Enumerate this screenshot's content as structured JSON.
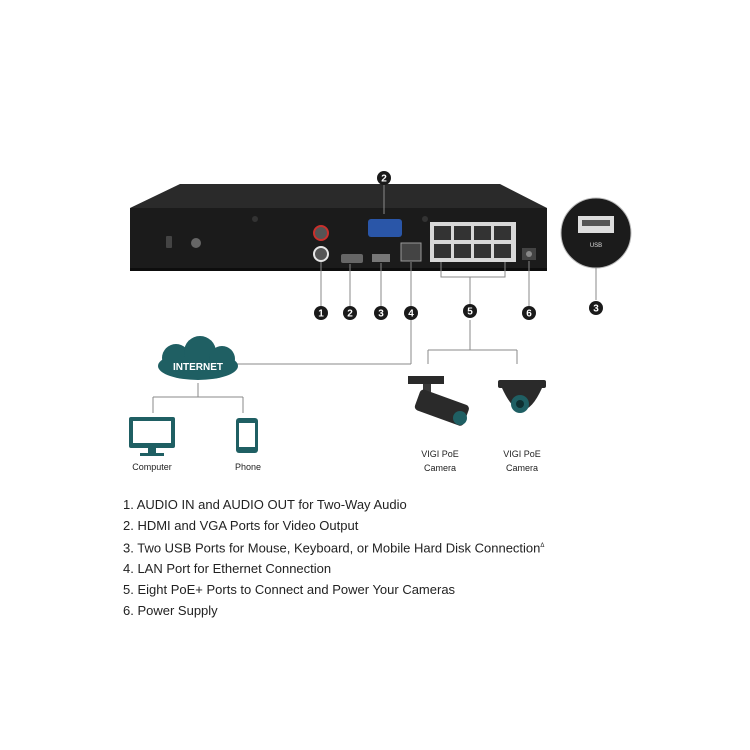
{
  "callouts": [
    "1",
    "2",
    "3",
    "4",
    "5",
    "6",
    "2",
    "3"
  ],
  "internet_label": "INTERNET",
  "devices": {
    "computer": "Computer",
    "phone": "Phone",
    "camera1": [
      "VIGI PoE",
      "Camera"
    ],
    "camera2": [
      "VIGI PoE",
      "Camera"
    ]
  },
  "usb_inset_label": "USB",
  "features": [
    {
      "text": "1. AUDIO IN and AUDIO OUT for Two-Way Audio",
      "note": ""
    },
    {
      "text": "2. HDMI and VGA Ports for Video Output",
      "note": ""
    },
    {
      "text": "3. Two USB Ports for Mouse, Keyboard, or Mobile Hard Disk Connection",
      "note": "Δ"
    },
    {
      "text": "4. LAN Port for Ethernet Connection",
      "note": ""
    },
    {
      "text": "5. Eight PoE+ Ports to Connect and Power Your Cameras",
      "note": ""
    },
    {
      "text": "6. Power Supply",
      "note": ""
    }
  ],
  "colors": {
    "device": "#1b1b1b",
    "teal": "#1f5f63",
    "callout": "#1a1a1a",
    "line": "#8a8a8a"
  }
}
